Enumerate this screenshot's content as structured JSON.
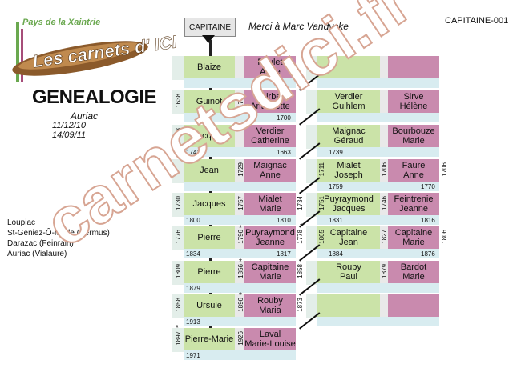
{
  "logo": {
    "tagline": "Pays de la Xaintrie",
    "name": "Les carnets d' ICI"
  },
  "header": {
    "title": "GENEALOGIE",
    "subtitle": "Auriac",
    "date1": "11/12/10",
    "date2": "14/09/11",
    "ref": "CAPITAINE-001",
    "surname": "CAPITAINE",
    "credit": "Merci à Marc Vandycke"
  },
  "places": [
    "Loupiac",
    "St-Geniez-Ô-Merle (Sermus)",
    "Darazac (Feinrain)",
    "Auriac (Vialaure)"
  ],
  "watermark": "carnetsdici.fr",
  "rows": [
    {
      "m": "Blaize",
      "w": "Paulet\nAnne",
      "m2": "",
      "w2": ""
    },
    {
      "m": "Guinot",
      "m_year_v": "1638",
      "w": "Girbe\nAntoinette",
      "w_year": "1700",
      "w_year_v": "1700",
      "m2": "Verdier\nGuihlem",
      "w2": "Sirve\nHélène"
    },
    {
      "m": "Jacques",
      "m_year_v": "1663",
      "m_year": "1741",
      "w": "Verdier\nCatherine",
      "w_year": "1663",
      "m2": "Maignac\nGéraud",
      "m2_year": "1739",
      "w2": "Bourbouze\nMarie"
    },
    {
      "m": "Jean",
      "w_year_v": "1729",
      "w": "Maignac\nAnne",
      "m2_year_v": "1711",
      "m2": "Mialet\nJoseph",
      "m2_year": "1759",
      "w2": "Faure\nAnne",
      "w2_year": "1770",
      "w2_year_v": "1706"
    },
    {
      "m": "Jacques",
      "m_year_v": "1730",
      "m_year": "1800",
      "w_year_v": "1757",
      "w": "Mialet\nMarie",
      "w_year": "1810",
      "gap_year_v": "1734",
      "m2_year_v": "1751",
      "m2": "Puyraymond\nJacques",
      "m2_year": "1831",
      "w2": "Feintrenie\nJeanne",
      "w2_year": "1816",
      "w2_year_v": "1746"
    },
    {
      "m": "Pierre",
      "m_year_v": "1776",
      "m_year": "1834",
      "w_year_v": "1796",
      "w": "Puyraymond\nJeanne",
      "w_year": "1817",
      "gap_year_v": "1778",
      "m2_year_v": "1805",
      "m2": "Capitaine\nJean",
      "m2_year": "1884",
      "w2_year_v": "1827",
      "w2": "Capitaine\nMarie",
      "w2_year": "1876",
      "w2_year_v2": "1806"
    },
    {
      "m": "Pierre",
      "m_year_v": "1809",
      "m_year": "1879",
      "w_year_v": "1856",
      "w": "Capitaine\nMarie",
      "gap_year_v": "1858",
      "m2": "Rouby\nPaul",
      "w2_year_v": "1879",
      "w2": "Bardot\nMarie"
    },
    {
      "m": "Ursule",
      "m_year_v": "1858",
      "m_year": "1913",
      "w_year_v": "1896",
      "w": "Rouby\nMaria",
      "gap_year_v": "1873",
      "m2": "",
      "w2": ""
    },
    {
      "m": "Pierre-Marie",
      "m_year_v": "1897",
      "m_year": "1971",
      "w_year_v": "1926",
      "w": "Laval\nMarie-Louise"
    }
  ]
}
